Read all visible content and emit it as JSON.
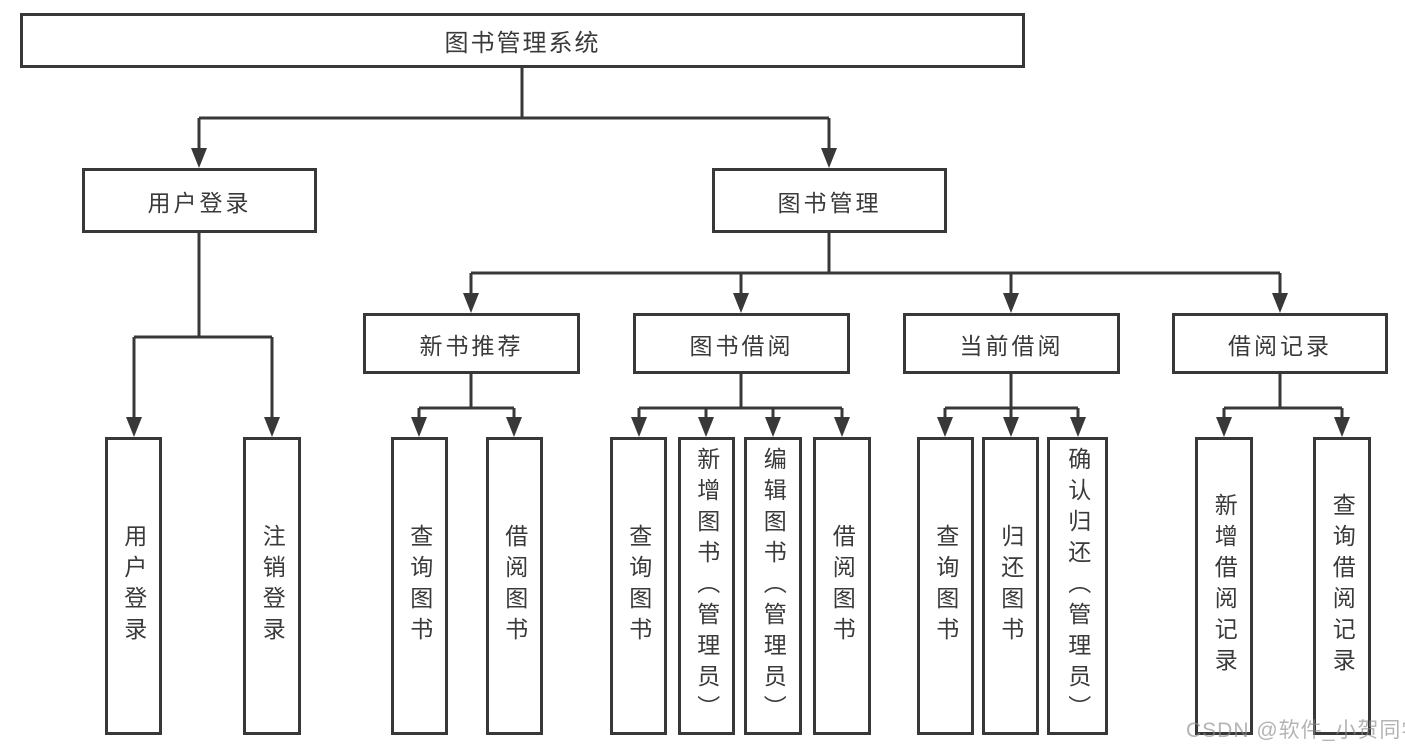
{
  "diagram": {
    "type": "hierarchy-flowchart",
    "root": {
      "label": "图书管理系统"
    },
    "branches": [
      {
        "label": "用户登录",
        "children": [
          {
            "label": "用户登录"
          },
          {
            "label": "注销登录"
          }
        ]
      },
      {
        "label": "图书管理",
        "groups": [
          {
            "label": "新书推荐",
            "children": [
              {
                "label": "查询图书"
              },
              {
                "label": "借阅图书"
              }
            ]
          },
          {
            "label": "图书借阅",
            "children": [
              {
                "label": "查询图书"
              },
              {
                "label": "新增图书（管理员）"
              },
              {
                "label": "编辑图书（管理员）"
              },
              {
                "label": "借阅图书"
              }
            ]
          },
          {
            "label": "当前借阅",
            "children": [
              {
                "label": "查询图书"
              },
              {
                "label": "归还图书"
              },
              {
                "label": "确认归还（管理员）"
              }
            ]
          },
          {
            "label": "借阅记录",
            "children": [
              {
                "label": "新增借阅记录"
              },
              {
                "label": "查询借阅记录"
              }
            ]
          }
        ]
      }
    ]
  },
  "watermark": {
    "text": "CSDN @软件_小贺同学"
  },
  "colors": {
    "line": "#383838",
    "box_border": "#383838",
    "text": "#3a3a3a",
    "background": "#ffffff",
    "watermark": "#8c8c8c"
  }
}
